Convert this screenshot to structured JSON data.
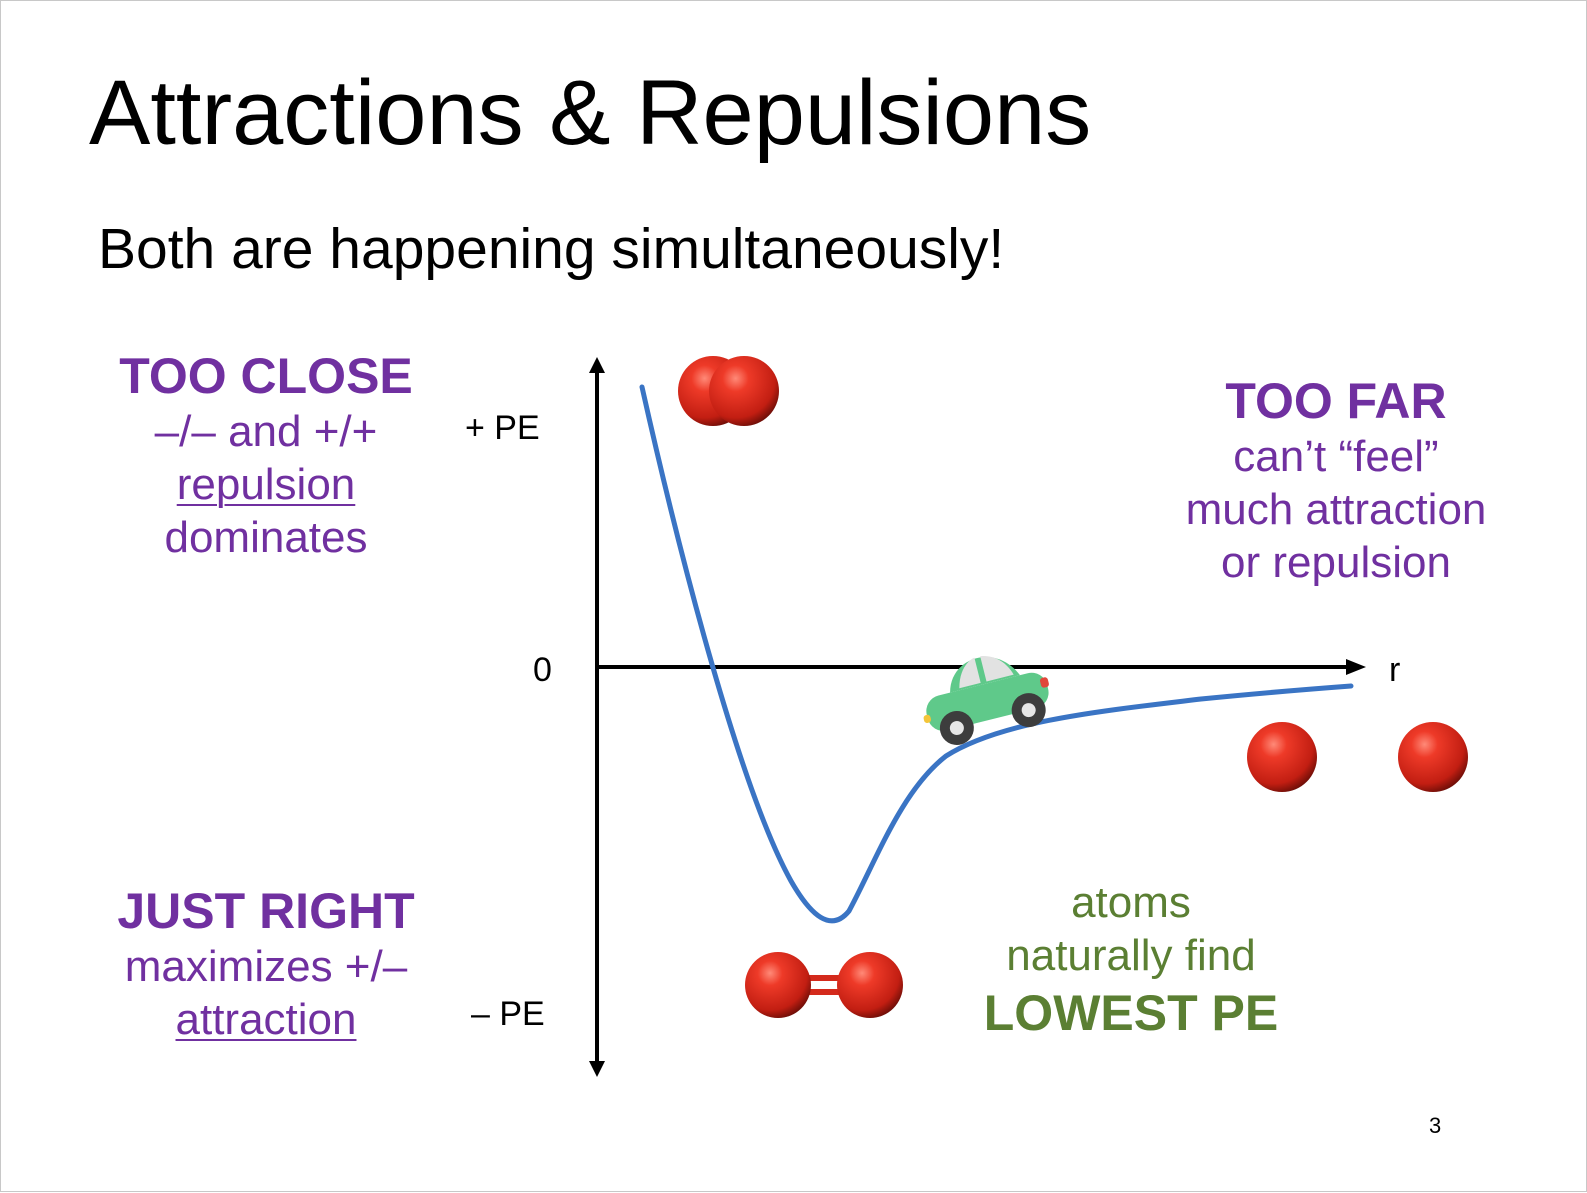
{
  "title": "Attractions & Repulsions",
  "subtitle": "Both are happening simultaneously!",
  "too_close": {
    "heading": "TOO CLOSE",
    "line1": "–/– and +/+",
    "line2": "repulsion",
    "line3": "dominates"
  },
  "just_right": {
    "heading": "JUST RIGHT",
    "line1": "maximizes +/–",
    "line2": "attraction"
  },
  "too_far": {
    "heading": "TOO FAR",
    "line1": "can’t “feel”",
    "line2": "much attraction",
    "line3": "or repulsion"
  },
  "lowest_pe": {
    "line1": "atoms",
    "line2": "naturally find",
    "heading": "LOWEST PE"
  },
  "axis": {
    "plus_pe": "+ PE",
    "zero": "0",
    "minus_pe": "– PE",
    "r": "r"
  },
  "page_number": "3",
  "colors": {
    "purple": "#7030a0",
    "green": "#5b7f33",
    "curve": "#3a74c4",
    "atom": "#d42a1c",
    "car": "#5fc98a"
  }
}
